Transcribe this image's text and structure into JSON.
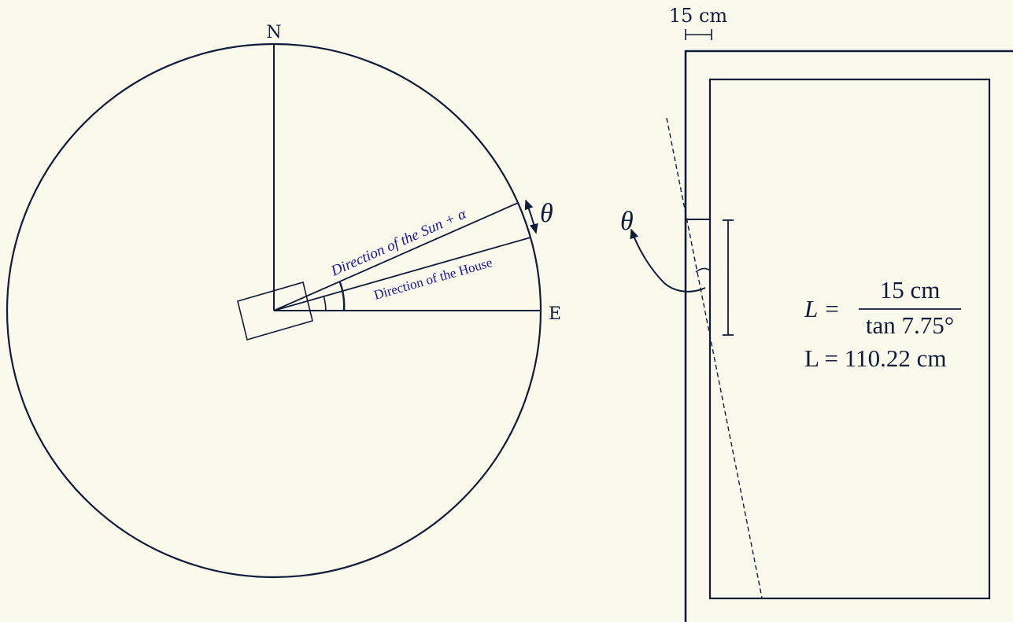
{
  "colors": {
    "background": "#fbf8ec",
    "ink": "#0f1d3a",
    "annotation": "#1616a3"
  },
  "compass": {
    "north_label": "N",
    "east_label": "E"
  },
  "rays": {
    "sun_label": "Direction of the Sun + α",
    "house_label": "Direction of the House"
  },
  "angles": {
    "left_theta": "θ",
    "right_theta": "θ"
  },
  "room": {
    "wall_thickness_label": "15 cm"
  },
  "equations": {
    "line1_lhs": "L =",
    "line1_numerator": "15 cm",
    "line1_denominator": "tan 7.75°",
    "line2": "L = 110.22 cm"
  }
}
